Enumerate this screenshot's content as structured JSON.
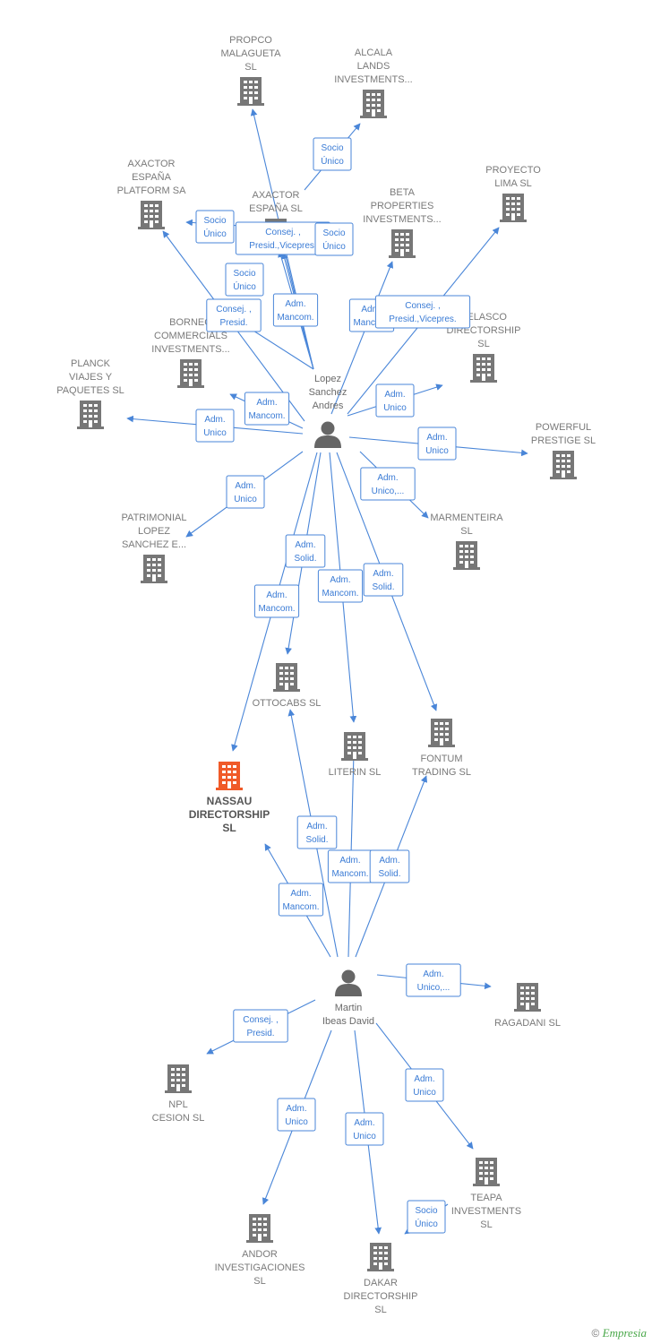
{
  "colors": {
    "edge": "#4a86d8",
    "building": "#777777",
    "building_main": "#f05a28",
    "person": "#666666"
  },
  "companies": [
    {
      "id": "propco",
      "lines": [
        "PROPCO",
        "MALAGUETA",
        "SL"
      ]
    },
    {
      "id": "alcala",
      "lines": [
        "ALCALA",
        "LANDS",
        "INVESTMENTS..."
      ]
    },
    {
      "id": "axactor_platform",
      "lines": [
        "AXACTOR",
        "ESPAÑA",
        "PLATFORM SA"
      ]
    },
    {
      "id": "axactor",
      "lines": [
        "AXACTOR",
        "ESPAÑA  SL"
      ]
    },
    {
      "id": "beta",
      "lines": [
        "BETA",
        "PROPERTIES",
        "INVESTMENTS..."
      ]
    },
    {
      "id": "proyecto",
      "lines": [
        "PROYECTO",
        "LIMA  SL"
      ]
    },
    {
      "id": "borneo",
      "lines": [
        "BORNEO",
        "COMMERCIALS",
        "INVESTMENTS..."
      ]
    },
    {
      "id": "velasco",
      "lines": [
        "VELASCO",
        "DIRECTORSHIP",
        "SL"
      ]
    },
    {
      "id": "planck",
      "lines": [
        "PLANCK",
        "VIAJES Y",
        "PAQUETES  SL"
      ]
    },
    {
      "id": "powerful",
      "lines": [
        "POWERFUL",
        "PRESTIGE  SL"
      ]
    },
    {
      "id": "patrimonial",
      "lines": [
        "PATRIMONIAL",
        "LOPEZ",
        "SANCHEZ E..."
      ]
    },
    {
      "id": "marmenteira",
      "lines": [
        "MARMENTEIRA",
        "SL"
      ]
    },
    {
      "id": "ottocabs",
      "lines": [
        "OTTOCABS  SL"
      ]
    },
    {
      "id": "literin",
      "lines": [
        "LITERIN  SL"
      ]
    },
    {
      "id": "fontum",
      "lines": [
        "FONTUM",
        "TRADING  SL"
      ]
    },
    {
      "id": "nassau",
      "lines": [
        "NASSAU",
        "DIRECTORSHIP",
        "SL"
      ],
      "main": true
    },
    {
      "id": "ragadani",
      "lines": [
        "RAGADANI  SL"
      ]
    },
    {
      "id": "npl",
      "lines": [
        "NPL",
        "CESION  SL"
      ]
    },
    {
      "id": "teapa",
      "lines": [
        "TEAPA",
        "INVESTMENTS",
        "SL"
      ]
    },
    {
      "id": "andor",
      "lines": [
        "ANDOR",
        "INVESTIGACIONES",
        "SL"
      ]
    },
    {
      "id": "dakar",
      "lines": [
        "DAKAR",
        "DIRECTORSHIP",
        "SL"
      ]
    }
  ],
  "persons": [
    {
      "id": "lopez",
      "lines": [
        "Lopez",
        "Sanchez",
        "Andres"
      ]
    },
    {
      "id": "martin",
      "lines": [
        "Martin",
        "Ibeas David"
      ]
    }
  ],
  "relations": [
    {
      "from": "lopez",
      "to": "propco",
      "role": []
    },
    {
      "from": "lopez",
      "to": "alcala",
      "role": [
        "Socio",
        "Único"
      ]
    },
    {
      "from": "lopez",
      "to": "axactor_platform",
      "role": [
        "Socio",
        "Único"
      ]
    },
    {
      "from": "lopez",
      "to": "axactor",
      "role": [
        "Consej. ,",
        "Presid.,Vicepres."
      ]
    },
    {
      "from": "lopez",
      "to": "axactor",
      "role": [
        "Adm.",
        "Mancom."
      ]
    },
    {
      "from": "lopez",
      "to": "beta",
      "role": [
        "Adm.",
        "Mancom."
      ]
    },
    {
      "from": "lopez",
      "to": "proyecto",
      "role": [
        "Consej. ,",
        "Presid.,Vicepres."
      ]
    },
    {
      "from": "lopez",
      "to": "borneo",
      "role": [
        "Socio",
        "Único"
      ]
    },
    {
      "from": "lopez",
      "to": "borneo",
      "role": [
        "Consej. ,",
        "Presid."
      ]
    },
    {
      "from": "lopez",
      "to": "velasco",
      "role": [
        "Adm.",
        "Unico"
      ]
    },
    {
      "from": "lopez",
      "to": "planck",
      "role": [
        "Adm.",
        "Unico"
      ]
    },
    {
      "from": "lopez",
      "to": "planck",
      "role": [
        "Adm.",
        "Mancom."
      ]
    },
    {
      "from": "lopez",
      "to": "powerful",
      "role": [
        "Adm.",
        "Unico"
      ]
    },
    {
      "from": "lopez",
      "to": "patrimonial",
      "role": [
        "Adm.",
        "Unico"
      ]
    },
    {
      "from": "lopez",
      "to": "marmenteira",
      "role": [
        "Adm.",
        "Unico,..."
      ]
    },
    {
      "from": "lopez",
      "to": "ottocabs",
      "role": [
        "Adm.",
        "Solid."
      ]
    },
    {
      "from": "lopez",
      "to": "nassau",
      "role": [
        "Adm.",
        "Mancom."
      ]
    },
    {
      "from": "lopez",
      "to": "literin",
      "role": [
        "Adm.",
        "Mancom."
      ]
    },
    {
      "from": "lopez",
      "to": "fontum",
      "role": [
        "Adm.",
        "Solid."
      ]
    },
    {
      "from": "martin",
      "to": "ottocabs",
      "role": [
        "Adm.",
        "Solid."
      ]
    },
    {
      "from": "martin",
      "to": "literin",
      "role": [
        "Adm.",
        "Mancom."
      ]
    },
    {
      "from": "martin",
      "to": "fontum",
      "role": [
        "Adm.",
        "Solid."
      ]
    },
    {
      "from": "martin",
      "to": "nassau",
      "role": [
        "Adm.",
        "Mancom."
      ]
    },
    {
      "from": "martin",
      "to": "ragadani",
      "role": [
        "Adm.",
        "Unico,..."
      ]
    },
    {
      "from": "martin",
      "to": "npl",
      "role": [
        "Consej. ,",
        "Presid."
      ]
    },
    {
      "from": "martin",
      "to": "teapa",
      "role": [
        "Adm.",
        "Unico"
      ]
    },
    {
      "from": "martin",
      "to": "andor",
      "role": [
        "Adm.",
        "Unico"
      ]
    },
    {
      "from": "martin",
      "to": "dakar",
      "role": [
        "Adm.",
        "Unico"
      ]
    },
    {
      "from": "martin",
      "to": "dakar",
      "role": [
        "Socio",
        "Único"
      ]
    },
    {
      "from": "lopez",
      "to": "axactor",
      "role": [
        "Socio",
        "Único"
      ]
    }
  ],
  "footer": {
    "copyright": "©",
    "brand": "Empresia"
  }
}
